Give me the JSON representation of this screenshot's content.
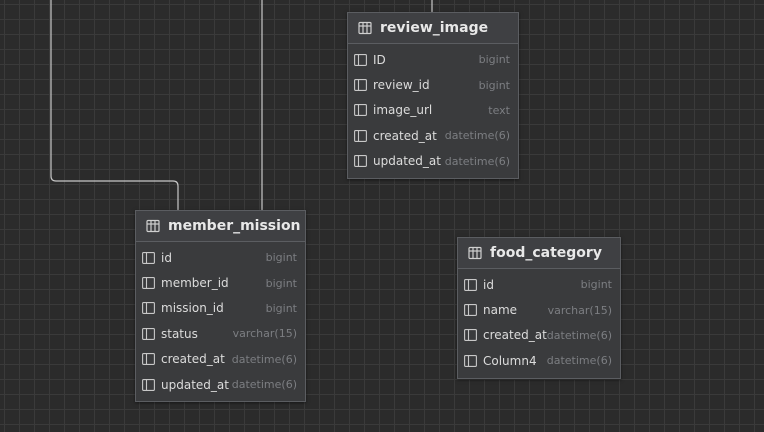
{
  "tables": {
    "review_image": {
      "name": "review_image",
      "columns": [
        {
          "name": "ID",
          "type": "bigint"
        },
        {
          "name": "review_id",
          "type": "bigint"
        },
        {
          "name": "image_url",
          "type": "text"
        },
        {
          "name": "created_at",
          "type": "datetime(6)"
        },
        {
          "name": "updated_at",
          "type": "datetime(6)"
        }
      ]
    },
    "member_mission": {
      "name": "member_mission",
      "columns": [
        {
          "name": "id",
          "type": "bigint"
        },
        {
          "name": "member_id",
          "type": "bigint"
        },
        {
          "name": "mission_id",
          "type": "bigint"
        },
        {
          "name": "status",
          "type": "varchar(15)"
        },
        {
          "name": "created_at",
          "type": "datetime(6)"
        },
        {
          "name": "updated_at",
          "type": "datetime(6)"
        }
      ]
    },
    "food_category": {
      "name": "food_category",
      "columns": [
        {
          "name": "id",
          "type": "bigint"
        },
        {
          "name": "name",
          "type": "varchar(15)"
        },
        {
          "name": "created_at",
          "type": "datetime(6)"
        },
        {
          "name": "Column4",
          "type": "datetime(6)"
        }
      ]
    }
  },
  "colors": {
    "background": "#2b2b2b",
    "grid": "#3a3a3a",
    "table_fill": "#3a3b3d",
    "connector": "#c8c8c8"
  },
  "icons": {
    "table": "table-icon",
    "column": "column-icon"
  }
}
